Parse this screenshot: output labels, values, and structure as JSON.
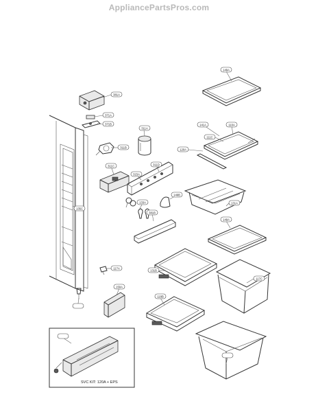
{
  "watermark": "AppliancePartsPros.com",
  "callouts": {
    "c149a_top": "149A",
    "c381a": "381A",
    "c371a": "371A",
    "c371b": "371B",
    "c311a": "311A",
    "c311b": "311B",
    "c141a": "141A",
    "c110a": "110A",
    "c111c": "111C",
    "c120a": "120A",
    "c311c": "311C",
    "c315a": "315A",
    "c311d": "311D",
    "c149b": "149B",
    "c149a_mid": "149A",
    "c133a": "133A",
    "c131a": "131A",
    "c381b": "381B",
    "c135c": "135C",
    "c117a": "117A",
    "c131b": "131B",
    "c150a": "150A",
    "c117c": "117C",
    "c118b": "118B"
  },
  "svc_note": "SVC KIT: 120A + EPS"
}
